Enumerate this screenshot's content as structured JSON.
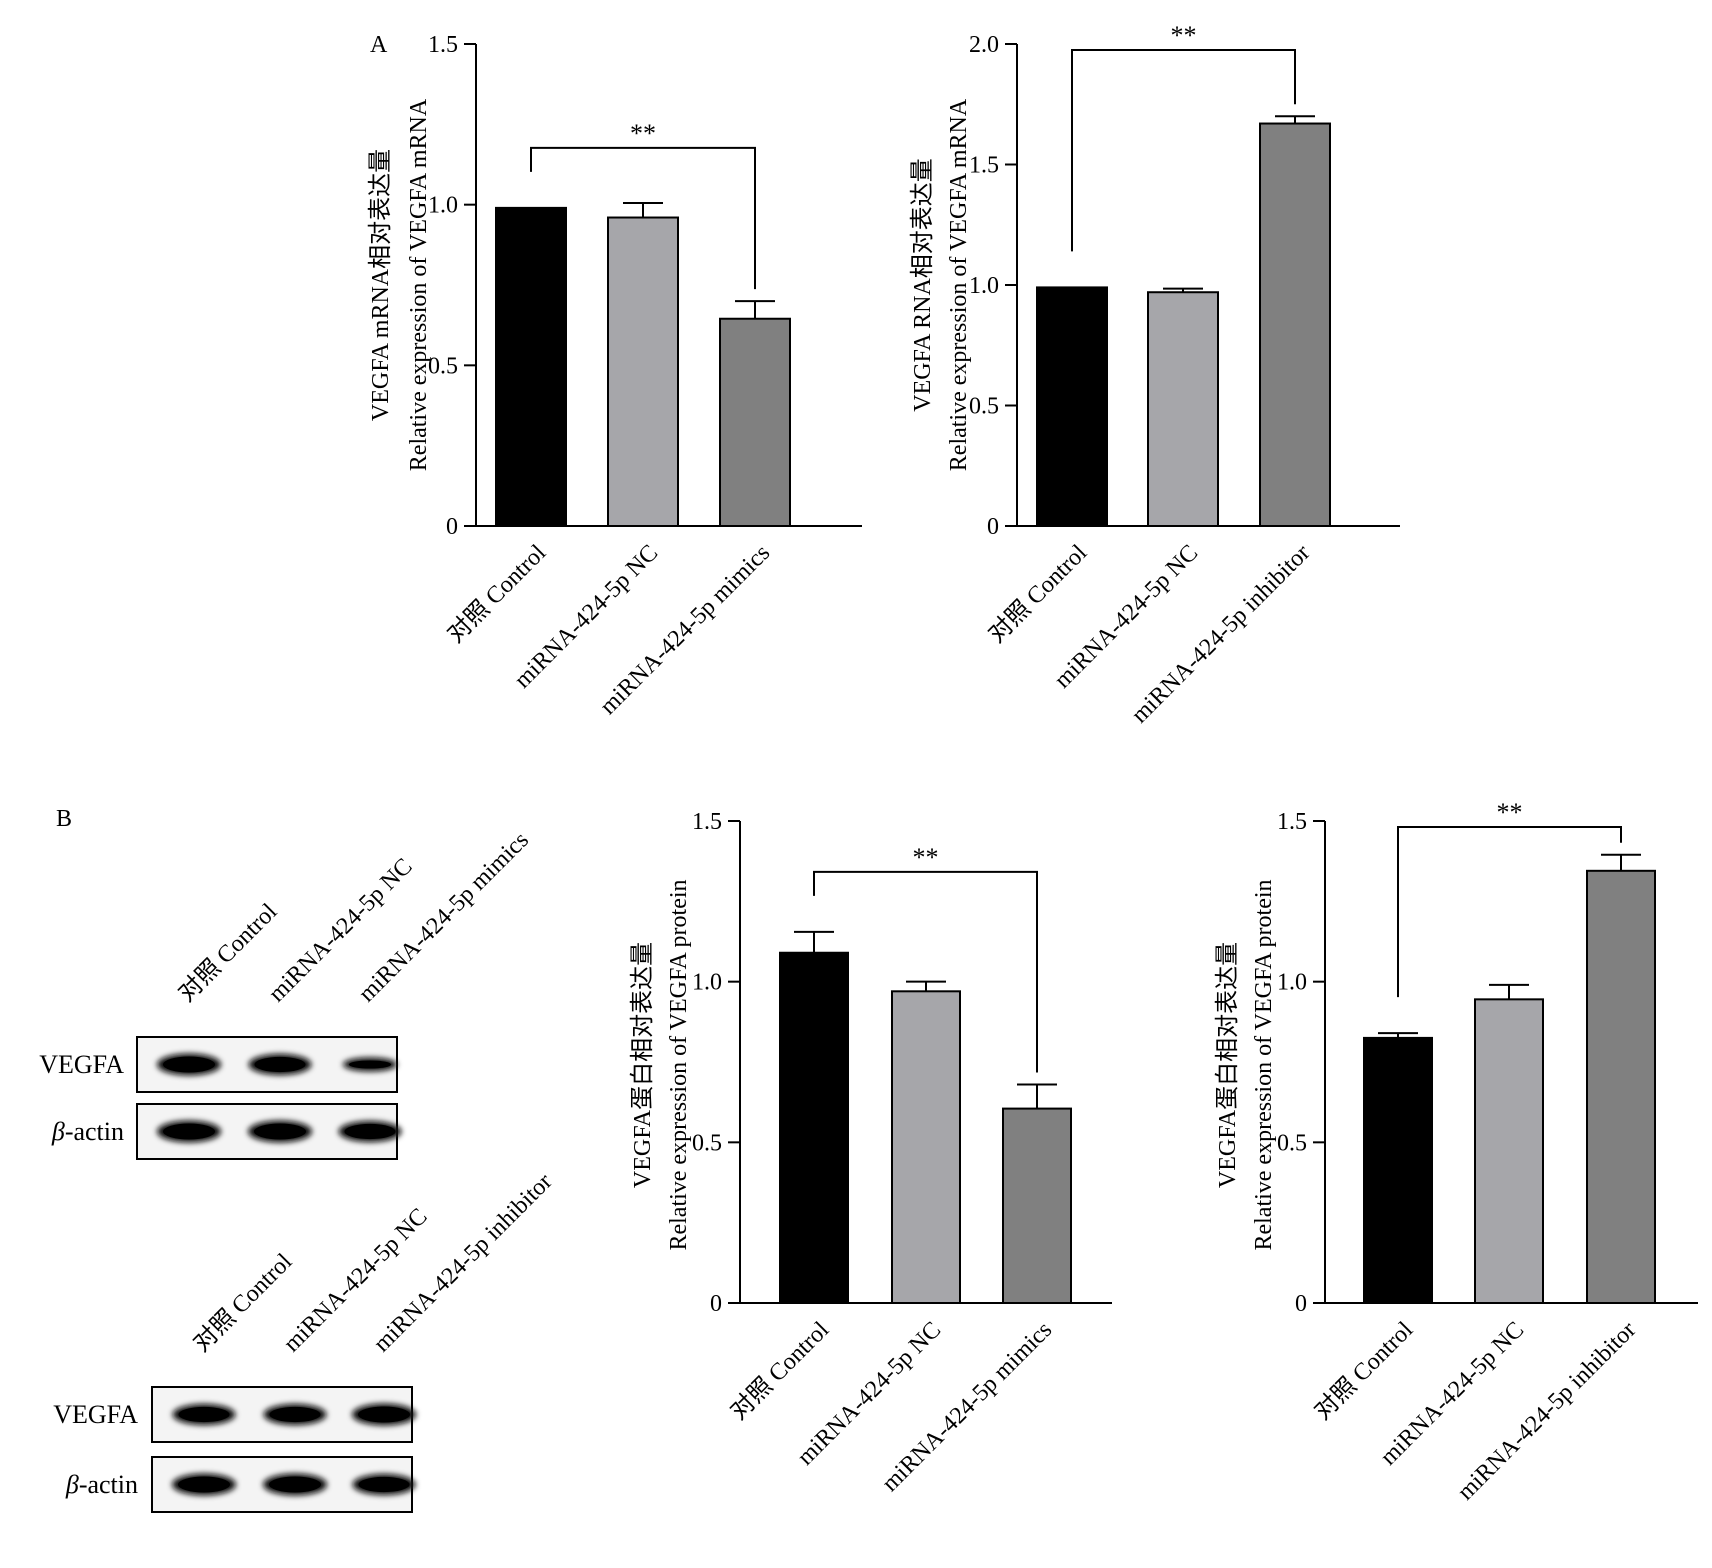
{
  "panel_labels": {
    "a": "A",
    "b": "B"
  },
  "chart_data": [
    {
      "type": "bar",
      "categories": [
        "对照 Control",
        "miRNA-424-5p NC",
        "miRNA-424-5p mimics"
      ],
      "values": [
        0.99,
        0.96,
        0.645
      ],
      "errors": [
        0.0,
        0.045,
        0.055
      ],
      "ylabel": [
        "VEGFA mRNA相对表达量",
        "Relative expression of VEGFA mRNA"
      ],
      "ylim": [
        0,
        1.5
      ],
      "yticks": [
        0,
        0.5,
        1.0,
        1.5
      ],
      "ytick_labels": [
        "0",
        "0.5",
        "1.0",
        "1.5"
      ],
      "significance": {
        "from": 0,
        "to": 2,
        "label": "**"
      },
      "bar_colors": [
        "#000000",
        "#a6a6aa",
        "#808080"
      ],
      "grid": false
    },
    {
      "type": "bar",
      "categories": [
        "对照 Control",
        "miRNA-424-5p NC",
        "miRNA-424-5p inhibitor"
      ],
      "values": [
        0.99,
        0.97,
        1.67
      ],
      "errors": [
        0.0,
        0.015,
        0.03
      ],
      "ylabel": [
        "VEGFA RNA相对表达量",
        "Relative expression of VEGFA mRNA"
      ],
      "ylim": [
        0,
        2.0
      ],
      "yticks": [
        0,
        0.5,
        1.0,
        1.5,
        2.0
      ],
      "ytick_labels": [
        "0",
        "0.5",
        "1.0",
        "1.5",
        "2.0"
      ],
      "significance": {
        "from": 0,
        "to": 2,
        "label": "**"
      },
      "bar_colors": [
        "#000000",
        "#a6a6aa",
        "#808080"
      ],
      "grid": false
    },
    {
      "type": "bar",
      "categories": [
        "对照 Control",
        "miRNA-424-5p NC",
        "miRNA-424-5p mimics"
      ],
      "values": [
        1.09,
        0.97,
        0.605
      ],
      "errors": [
        0.065,
        0.03,
        0.075
      ],
      "ylabel": [
        "VEGFA蛋白相对表达量",
        "Relative expression of VEGFA protein"
      ],
      "ylim": [
        0,
        1.5
      ],
      "yticks": [
        0,
        0.5,
        1.0,
        1.5
      ],
      "ytick_labels": [
        "0",
        "0.5",
        "1.0",
        "1.5"
      ],
      "significance": {
        "from": 0,
        "to": 2,
        "label": "**"
      },
      "bar_colors": [
        "#000000",
        "#a6a6aa",
        "#808080"
      ],
      "grid": false
    },
    {
      "type": "bar",
      "categories": [
        "对照 Control",
        "miRNA-424-5p NC",
        "miRNA-424-5p inhibitor"
      ],
      "values": [
        0.825,
        0.945,
        1.345
      ],
      "errors": [
        0.015,
        0.045,
        0.05
      ],
      "ylabel": [
        "VEGFA蛋白相对表达量",
        "Relative expression of VEGFA protein"
      ],
      "ylim": [
        0,
        1.5
      ],
      "yticks": [
        0,
        0.5,
        1.0,
        1.5
      ],
      "ytick_labels": [
        "0",
        "0.5",
        "1.0",
        "1.5"
      ],
      "significance": {
        "from": 0,
        "to": 2,
        "label": "**"
      },
      "bar_colors": [
        "#000000",
        "#a6a6aa",
        "#808080"
      ],
      "grid": false
    }
  ],
  "blots": [
    {
      "lanes": [
        "对照 Control",
        "miRNA-424-5p NC",
        "miRNA-424-5p mimics"
      ],
      "rows": [
        {
          "label": "VEGFA",
          "intensity": [
            1.0,
            0.95,
            0.5
          ]
        },
        {
          "label_italic": "β",
          "label_rest": "-actin",
          "intensity": [
            1.0,
            1.0,
            0.95
          ]
        }
      ]
    },
    {
      "lanes": [
        "对照 Control",
        "miRNA-424-5p NC",
        "miRNA-424-5p inhibitor"
      ],
      "rows": [
        {
          "label": "VEGFA",
          "intensity": [
            0.95,
            0.95,
            1.0
          ]
        },
        {
          "label_italic": "β",
          "label_rest": "-actin",
          "intensity": [
            1.0,
            1.0,
            0.95
          ]
        }
      ]
    }
  ]
}
